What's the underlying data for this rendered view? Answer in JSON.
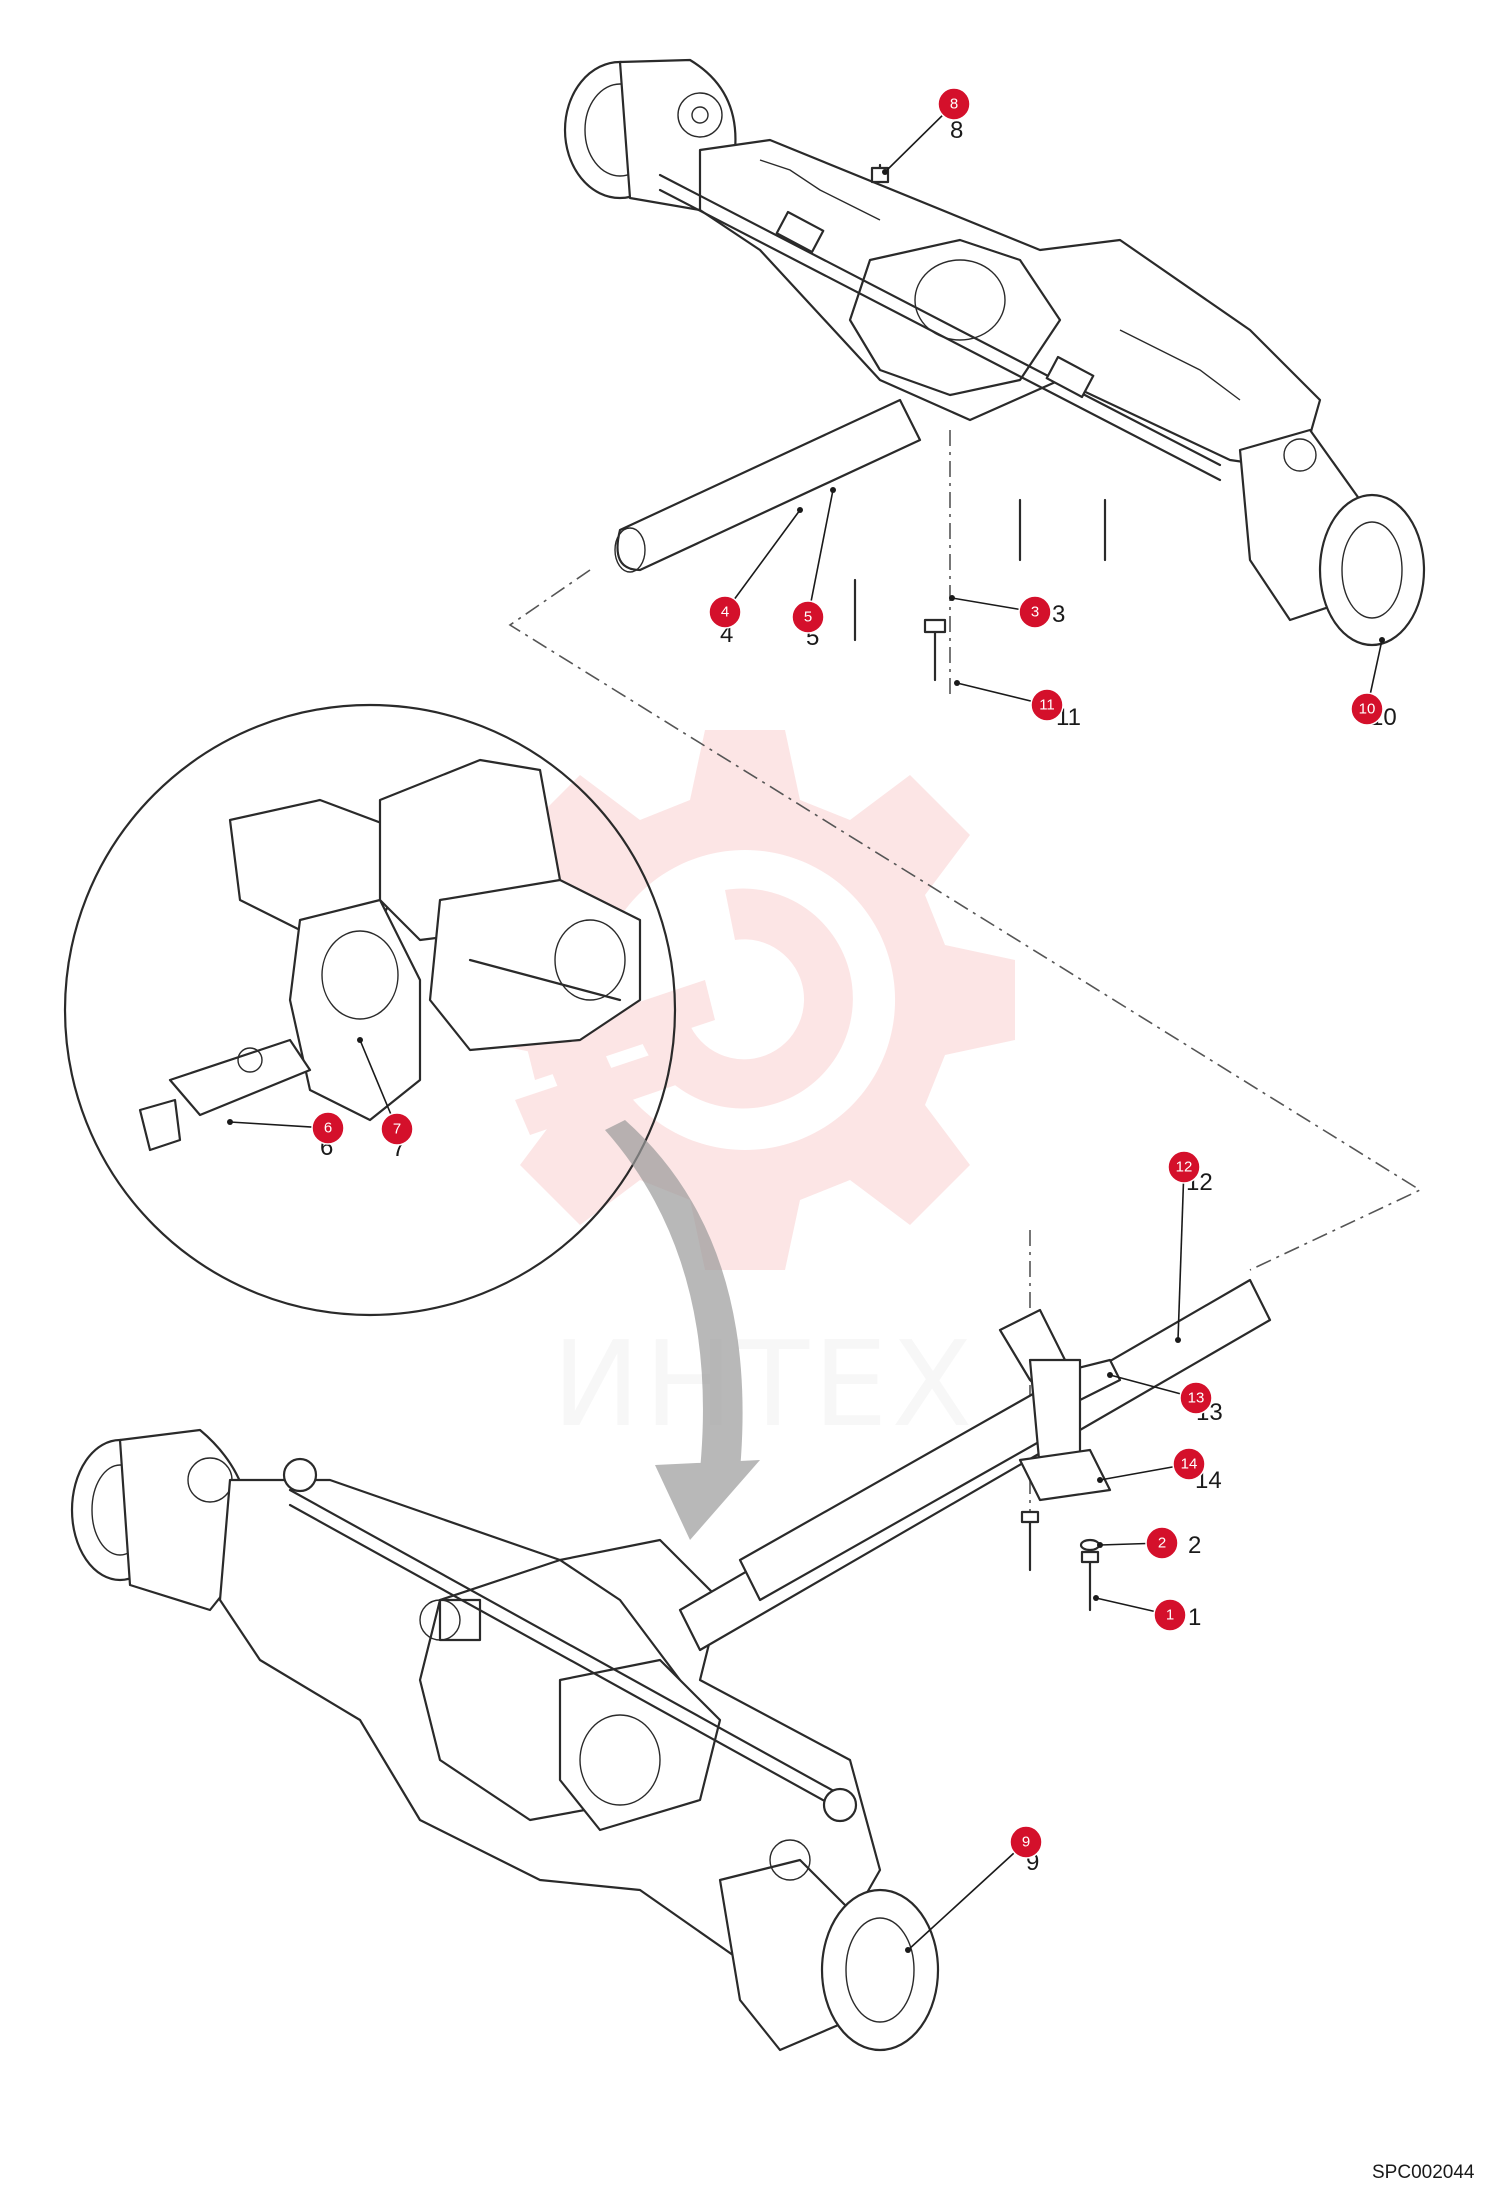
{
  "diagram": {
    "drawing_code": "SPC002044",
    "watermark_text": "ИНТЕХ",
    "watermark_color": "#f28b8b",
    "badge_color": "#d4102b",
    "callouts": [
      {
        "id": "1",
        "label": "1"
      },
      {
        "id": "2",
        "label": "2"
      },
      {
        "id": "3",
        "label": "3"
      },
      {
        "id": "4",
        "label": "4"
      },
      {
        "id": "5",
        "label": "5"
      },
      {
        "id": "6",
        "label": "6"
      },
      {
        "id": "7",
        "label": "7"
      },
      {
        "id": "8",
        "label": "8"
      },
      {
        "id": "9",
        "label": "9"
      },
      {
        "id": "10",
        "label": "10"
      },
      {
        "id": "11",
        "label": "11"
      },
      {
        "id": "12",
        "label": "12"
      },
      {
        "id": "13",
        "label": "13"
      },
      {
        "id": "14",
        "label": "14"
      }
    ]
  }
}
